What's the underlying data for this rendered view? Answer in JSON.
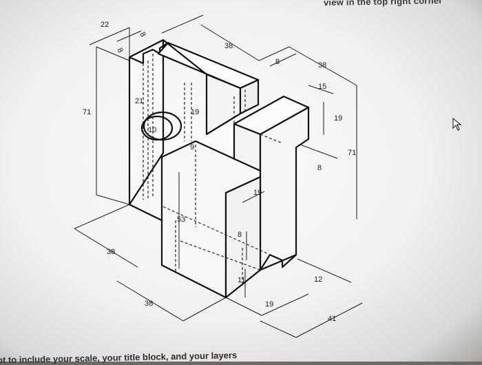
{
  "top_caption": "view in the top right corner",
  "bottom_caption": "ot to include your scale, your title block, and your layers",
  "cursor_icon": "arrow-cursor-icon",
  "dimensions": {
    "d22": "22",
    "d8_top": "8",
    "d8_left": "8",
    "d38_top": "38",
    "d8_mid": "8",
    "d38_right": "38",
    "d15": "15",
    "d71_left": "71",
    "d21": "21",
    "d19_mid": "19",
    "d10": "10",
    "d9": "9",
    "d19_right": "19",
    "d71_right": "71",
    "d8_right": "8",
    "d19_lower": "19",
    "d53": "53",
    "d8_slot": "8",
    "d38_left": "38",
    "d11": "11",
    "d12": "12",
    "d38_bottom": "38",
    "d19_bottom": "19",
    "d41": "41"
  }
}
